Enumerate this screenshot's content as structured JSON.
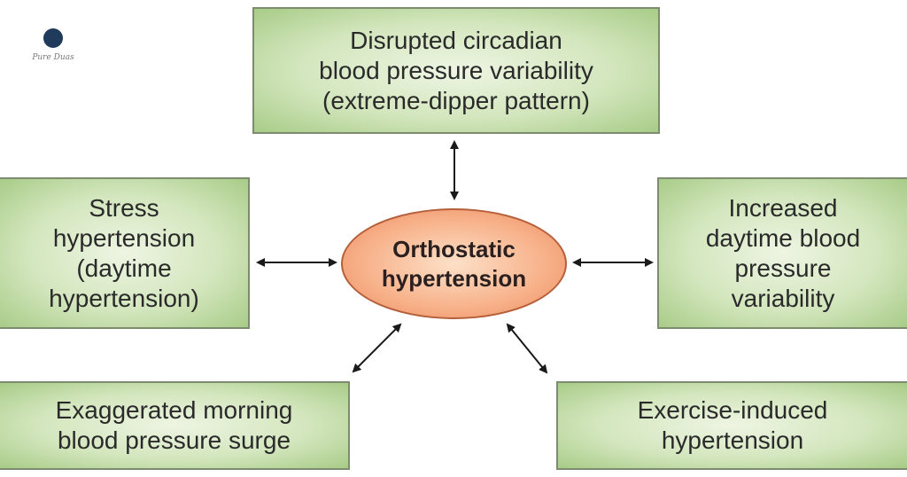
{
  "logo": {
    "text": "Pure Duas"
  },
  "center": {
    "label": "Orthostatic\nhypertension"
  },
  "boxes": {
    "top": "Disrupted circadian\nblood pressure variability\n(extreme-dipper pattern)",
    "left": "Stress\nhypertension\n(daytime\nhypertension)",
    "right": "Increased\ndaytime blood\npressure\nvariability",
    "bottom_left": "Exaggerated morning\nblood pressure surge",
    "bottom_right": "Exercise-induced\nhypertension"
  },
  "colors": {
    "box": "#c9e0b0",
    "center": "#f4a577",
    "arrow": "#1a1a1a"
  }
}
